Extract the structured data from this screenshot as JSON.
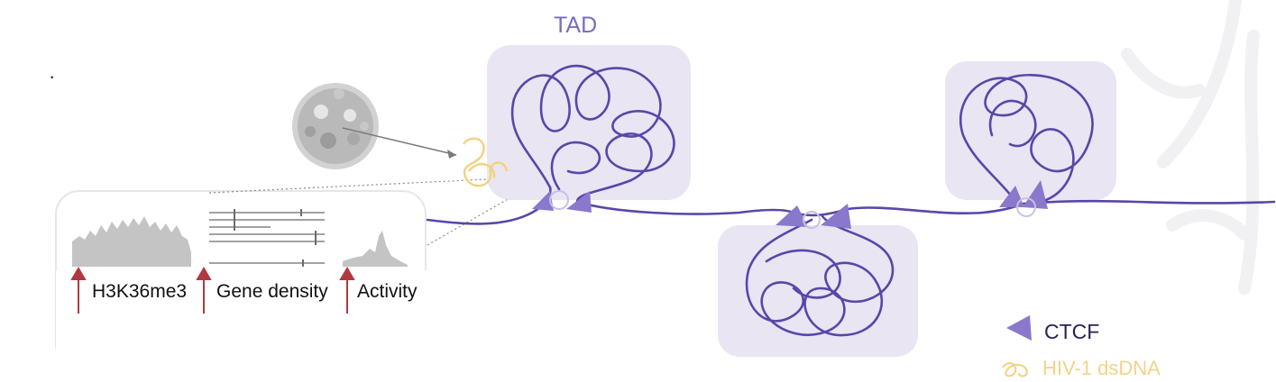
{
  "title": "TAD",
  "bullet": "·",
  "tracks": {
    "h3k36me3": "H3K36me3",
    "gene_density": "Gene density",
    "activity": "Activity"
  },
  "legend": {
    "ctcf": "CTCF",
    "hiv": "HIV-1 dsDNA"
  },
  "colors": {
    "chromatin": "#5a46a8",
    "tad_box": "#e9e5f3",
    "ctcf": "#8a78cc",
    "hiv": "#f3d27e",
    "arrow": "#b0383f",
    "track_fill": "#c4c4c4"
  }
}
